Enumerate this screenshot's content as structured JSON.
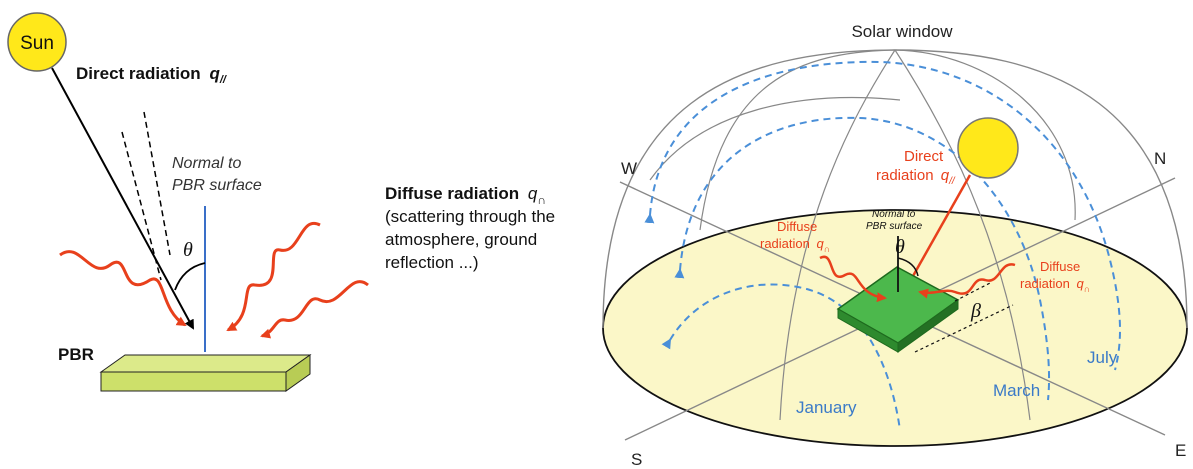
{
  "left": {
    "sun_label": "Sun",
    "direct_label": "Direct radiation",
    "direct_symbol": "q",
    "direct_sub": "//",
    "normal_line1": "Normal to",
    "normal_line2": "PBR surface",
    "theta": "θ",
    "pbr_label": "PBR"
  },
  "middle": {
    "diffuse_title": "Diffuse radiation",
    "diffuse_symbol": "q",
    "diffuse_sub": "∩",
    "line1": "(scattering through the",
    "line2": "atmosphere, ground",
    "line3": "reflection ...)"
  },
  "right": {
    "solar_window": "Solar window",
    "west": "W",
    "north": "N",
    "south": "S",
    "east": "E",
    "direct_line1": "Direct",
    "direct_line2": "radiation",
    "direct_symbol": "q",
    "direct_sub": "//",
    "diffuse_left_line1": "Diffuse",
    "diffuse_left_line2": "radiation",
    "diffuse_right_line1": "Diffuse",
    "diffuse_right_line2": "radiation",
    "diffuse_symbol": "q",
    "diffuse_sub": "∩",
    "normal_line1": "Normal to",
    "normal_line2": "PBR surface",
    "theta": "θ",
    "beta": "β",
    "january": "January",
    "march": "March",
    "july": "July"
  },
  "colors": {
    "sun_fill": "#ffe81a",
    "radiation_red": "#e8401c",
    "normal_blue": "#3a6fc8",
    "path_blue": "#4a8fd8",
    "pbr_fill": "#cde06a",
    "panel_green": "#3caa3c",
    "ground_fill": "#fbf7c8"
  }
}
